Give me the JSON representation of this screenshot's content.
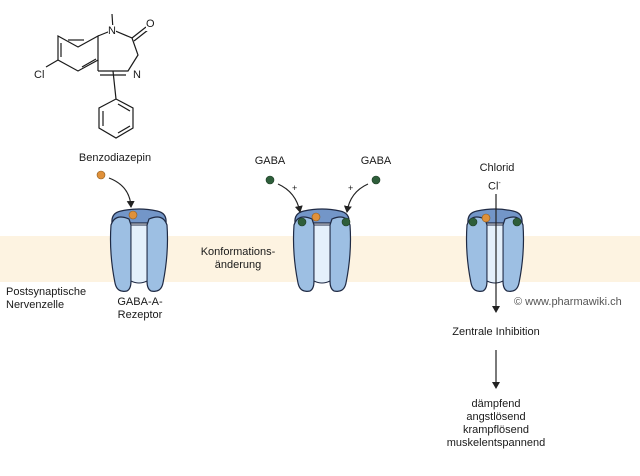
{
  "colors": {
    "membrane": "#fdf3e1",
    "receptor_outer": "#9dbfe3",
    "receptor_top": "#7396c8",
    "receptor_pore": "#e4f0fb",
    "outline": "#1f2a44",
    "benzo_dot": "#e0913a",
    "gaba_dot": "#2e5e3a"
  },
  "molecule": {
    "name": "Benzodiazepin",
    "atoms": {
      "n1": "N",
      "o": "O",
      "n4": "N",
      "cl": "Cl"
    }
  },
  "labels": {
    "benzodiazepin": "Benzodiazepin",
    "gaba_left": "GABA",
    "gaba_right": "GABA",
    "plus_left": "+",
    "plus_right": "+",
    "chlorid": "Chlorid",
    "cl_ion": "Cl",
    "cl_charge": "-",
    "konformation_1": "Konformations-",
    "konformation_2": "änderung",
    "postsynaptisch_1": "Postsynaptische",
    "postsynaptisch_2": "Nervenzelle",
    "receptor_1": "GABA-A-",
    "receptor_2": "Rezeptor",
    "copyright": "© www.pharmawiki.ch",
    "zentrale": "Zentrale Inhibition",
    "effects": [
      "dämpfend",
      "angstlösend",
      "krampflösend",
      "muskelentspannend"
    ]
  }
}
